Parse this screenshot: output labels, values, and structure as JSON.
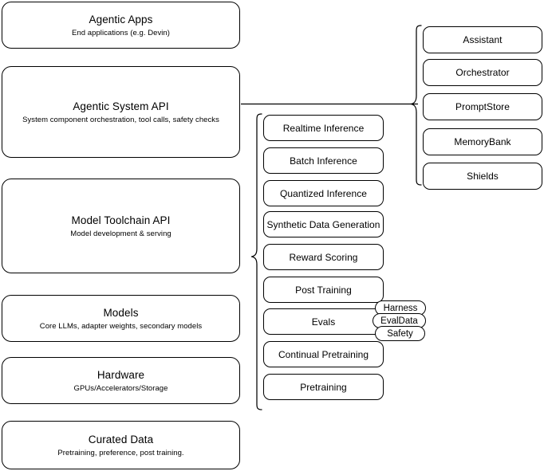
{
  "diagram": {
    "stack_layers": [
      {
        "title": "Agentic Apps",
        "subtitle": "End applications (e.g. Devin)"
      },
      {
        "title": "Agentic System API",
        "subtitle": "System component orchestration, tool calls, safety checks"
      },
      {
        "title": "Model Toolchain API",
        "subtitle": "Model development & serving"
      },
      {
        "title": "Models",
        "subtitle": "Core LLMs, adapter weights, secondary models"
      },
      {
        "title": "Hardware",
        "subtitle": "GPUs/Accelerators/Storage"
      },
      {
        "title": "Curated Data",
        "subtitle": "Pretraining, preference, post training."
      }
    ],
    "toolchain_capabilities": [
      {
        "label": "Realtime Inference"
      },
      {
        "label": "Batch Inference"
      },
      {
        "label": "Quantized Inference"
      },
      {
        "label": "Synthetic Data Generation"
      },
      {
        "label": "Reward Scoring"
      },
      {
        "label": "Post Training"
      },
      {
        "label": "Evals"
      },
      {
        "label": "Continual Pretraining"
      },
      {
        "label": "Pretraining"
      }
    ],
    "eval_subcomponents": [
      {
        "label": "Harness"
      },
      {
        "label": "EvalData"
      },
      {
        "label": "Safety"
      }
    ],
    "system_components": [
      {
        "label": "Assistant"
      },
      {
        "label": "Orchestrator"
      },
      {
        "label": "PromptStore"
      },
      {
        "label": "MemoryBank"
      },
      {
        "label": "Shields"
      }
    ],
    "colors": {
      "stroke": "#000000",
      "background": "#ffffff",
      "text": "#000000"
    }
  }
}
